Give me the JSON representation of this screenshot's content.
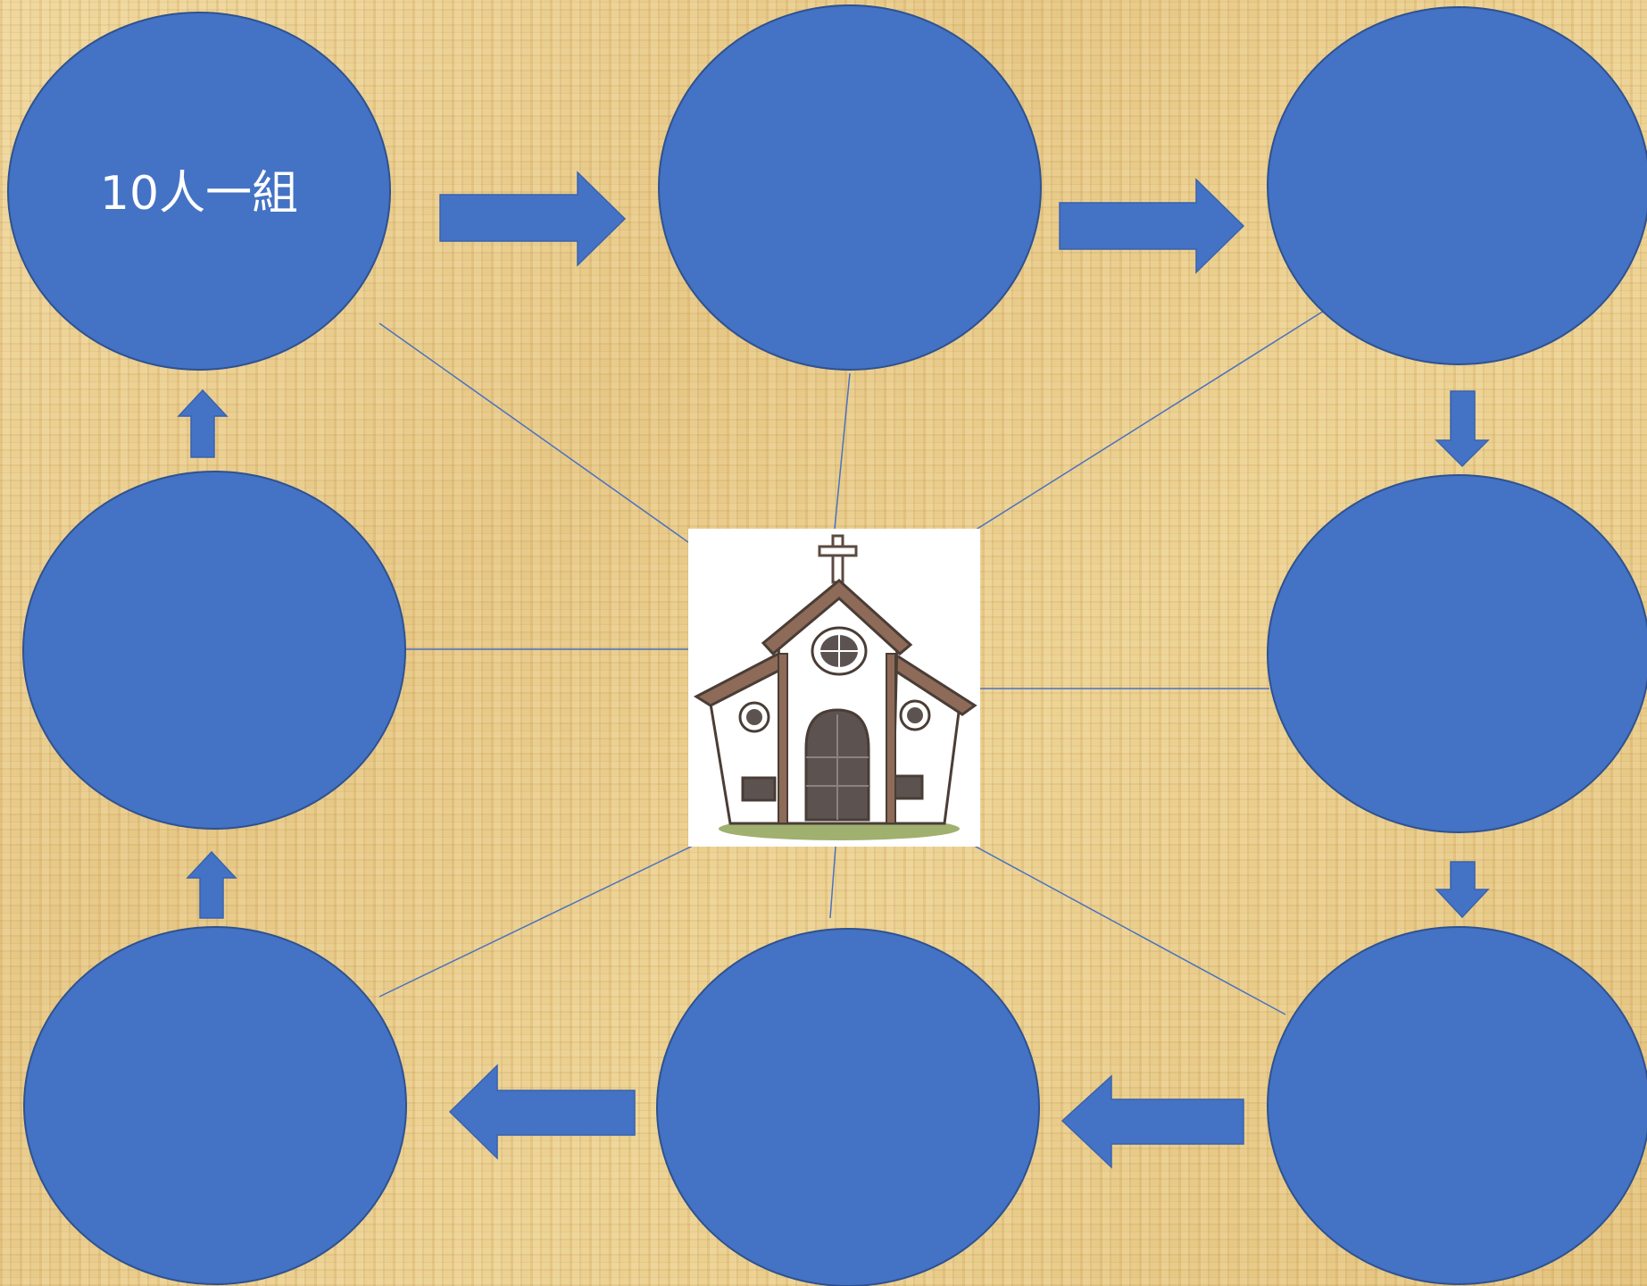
{
  "diagram": {
    "nodes": [
      {
        "id": "node-1",
        "label": "10人一組"
      },
      {
        "id": "node-2",
        "label": ""
      },
      {
        "id": "node-3",
        "label": ""
      },
      {
        "id": "node-4",
        "label": ""
      },
      {
        "id": "node-5",
        "label": ""
      },
      {
        "id": "node-6",
        "label": ""
      },
      {
        "id": "node-7",
        "label": ""
      },
      {
        "id": "node-8",
        "label": ""
      }
    ],
    "center": {
      "icon": "church-icon"
    },
    "colors": {
      "node_fill": "#4472c4",
      "node_stroke": "#2f528f",
      "connector": "#4a72c0",
      "label_text": "#ffffff"
    }
  }
}
